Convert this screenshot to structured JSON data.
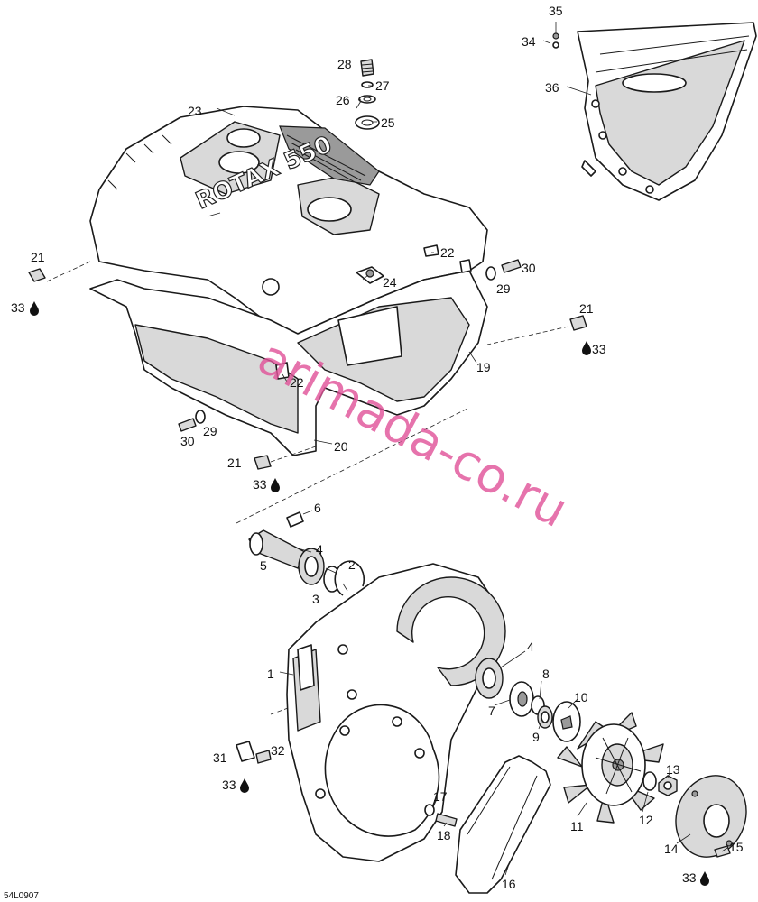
{
  "diagram": {
    "reference_code": "54L0907",
    "watermark": "arimada-co.ru",
    "engine_logo": "ROTAX 550",
    "lubricant_note": "33"
  },
  "callouts": [
    {
      "id": "c1",
      "label": "1"
    },
    {
      "id": "c2",
      "label": "2"
    },
    {
      "id": "c3",
      "label": "3"
    },
    {
      "id": "c4a",
      "label": "4"
    },
    {
      "id": "c4b",
      "label": "4"
    },
    {
      "id": "c5",
      "label": "5"
    },
    {
      "id": "c6",
      "label": "6"
    },
    {
      "id": "c7",
      "label": "7"
    },
    {
      "id": "c8",
      "label": "8"
    },
    {
      "id": "c9",
      "label": "9"
    },
    {
      "id": "c10",
      "label": "10"
    },
    {
      "id": "c11",
      "label": "11"
    },
    {
      "id": "c12",
      "label": "12"
    },
    {
      "id": "c13",
      "label": "13"
    },
    {
      "id": "c14",
      "label": "14"
    },
    {
      "id": "c15",
      "label": "15"
    },
    {
      "id": "c16",
      "label": "16"
    },
    {
      "id": "c17",
      "label": "17"
    },
    {
      "id": "c18",
      "label": "18"
    },
    {
      "id": "c19",
      "label": "19"
    },
    {
      "id": "c20",
      "label": "20"
    },
    {
      "id": "c21a",
      "label": "21"
    },
    {
      "id": "c21b",
      "label": "21"
    },
    {
      "id": "c21c",
      "label": "21"
    },
    {
      "id": "c22a",
      "label": "22"
    },
    {
      "id": "c22b",
      "label": "22"
    },
    {
      "id": "c23",
      "label": "23"
    },
    {
      "id": "c24",
      "label": "24"
    },
    {
      "id": "c25",
      "label": "25"
    },
    {
      "id": "c26",
      "label": "26"
    },
    {
      "id": "c27",
      "label": "27"
    },
    {
      "id": "c28",
      "label": "28"
    },
    {
      "id": "c29a",
      "label": "29"
    },
    {
      "id": "c29b",
      "label": "29"
    },
    {
      "id": "c30a",
      "label": "30"
    },
    {
      "id": "c30b",
      "label": "30"
    },
    {
      "id": "c31",
      "label": "31"
    },
    {
      "id": "c32",
      "label": "32"
    },
    {
      "id": "c34",
      "label": "34"
    },
    {
      "id": "c35",
      "label": "35"
    },
    {
      "id": "c36",
      "label": "36"
    }
  ],
  "lubricant_callouts": [
    {
      "id": "l1",
      "label": "33"
    },
    {
      "id": "l2",
      "label": "33"
    },
    {
      "id": "l3",
      "label": "33"
    },
    {
      "id": "l4",
      "label": "33"
    },
    {
      "id": "l5",
      "label": "33"
    }
  ]
}
